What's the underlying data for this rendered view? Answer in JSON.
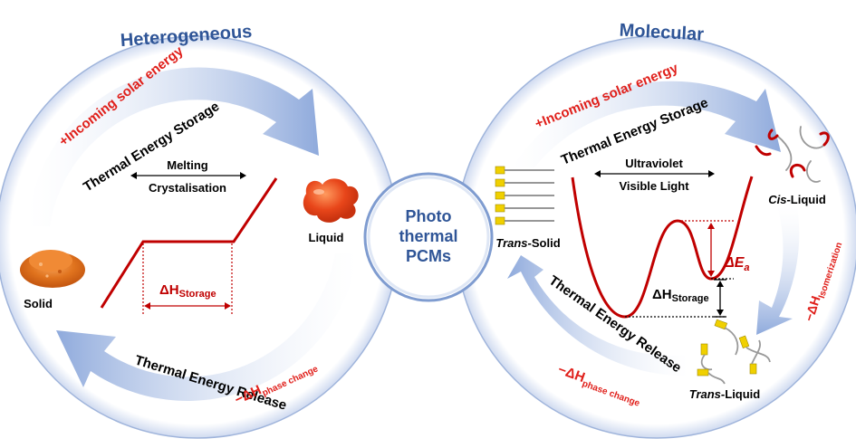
{
  "left": {
    "title": "Heterogeneous",
    "incoming": "+Incoming solar energy",
    "storage": "Thermal Energy Storage",
    "release": "Thermal Energy Release",
    "melting": "Melting",
    "crystalisation": "Crystalisation",
    "liquid": "Liquid",
    "solid": "Solid",
    "dh_storage_prefix": "ΔH",
    "dh_storage_sub": "Storage",
    "dh_phase_prefix": "−ΔH",
    "dh_phase_sub": "phase change"
  },
  "center": {
    "line1": "Photo",
    "line2": "thermal",
    "line3": "PCMs"
  },
  "right": {
    "title": "Molecular",
    "incoming": "+Incoming solar energy",
    "storage": "Thermal Energy Storage",
    "release": "Thermal Energy Release",
    "ultraviolet": "Ultraviolet",
    "visible": "Visible Light",
    "cis_italic": "Cis",
    "cis_rest": "-Liquid",
    "trans_solid_italic": "Trans",
    "trans_solid_rest": "-Solid",
    "trans_liquid_italic": "Trans",
    "trans_liquid_rest": "-Liquid",
    "dh_storage_prefix": "ΔH",
    "dh_storage_sub": "Storage",
    "dea_prefix": "ΔE",
    "dea_sub": "a",
    "dh_iso_prefix": "−ΔH",
    "dh_iso_sub": "Isomerization",
    "dh_phase_prefix": "−ΔH",
    "dh_phase_sub": "phase change"
  },
  "colors": {
    "title_blue": "#2f5597",
    "red_text": "#e0201b",
    "curve_red": "#c00000",
    "arrow_blue": "#a9bfe6"
  }
}
